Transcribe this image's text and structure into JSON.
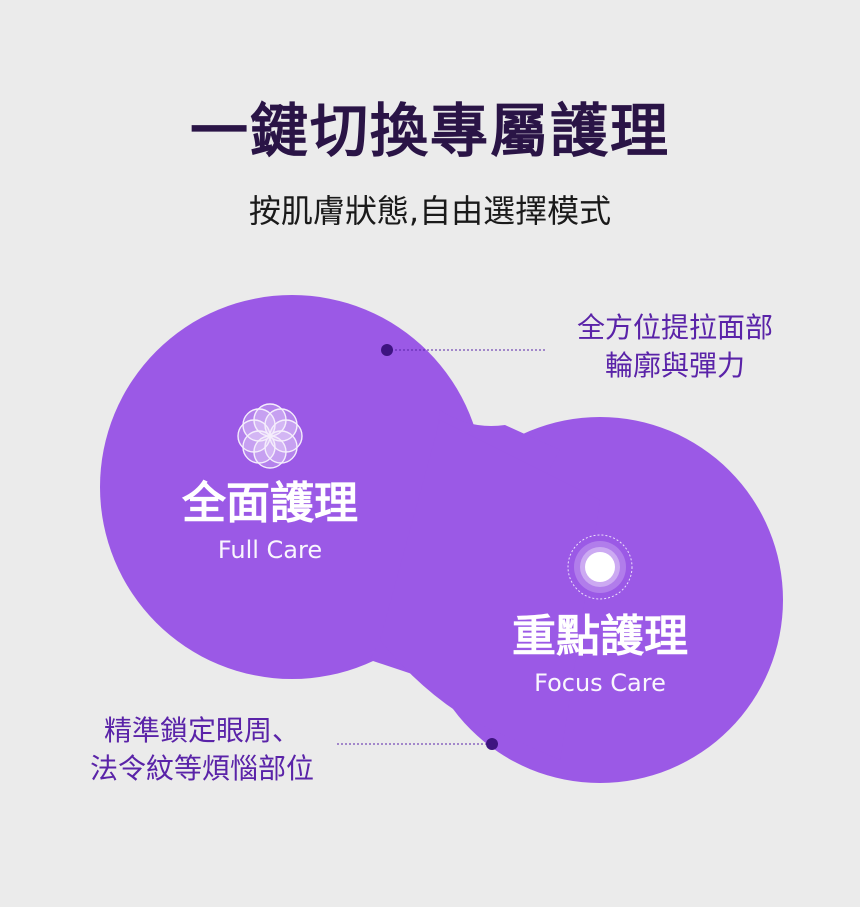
{
  "title": "一鍵切換專屬護理",
  "subtitle": "按肌膚狀態,自由選擇模式",
  "modes": [
    {
      "name_zh": "全面護理",
      "name_en": "Full Care",
      "icon": "flower-icon"
    },
    {
      "name_zh": "重點護理",
      "name_en": "Focus Care",
      "icon": "target-ring-icon"
    }
  ],
  "callouts": {
    "full_care": [
      "全方位提拉面部",
      "輪廓與彈力"
    ],
    "focus_care": [
      "精準鎖定眼周、",
      "法令紋等煩惱部位"
    ]
  },
  "colors": {
    "background": "#ebebeb",
    "blob": "#9b59e6",
    "callout_text": "#5a23a8",
    "callout_dot": "#3e1480"
  }
}
